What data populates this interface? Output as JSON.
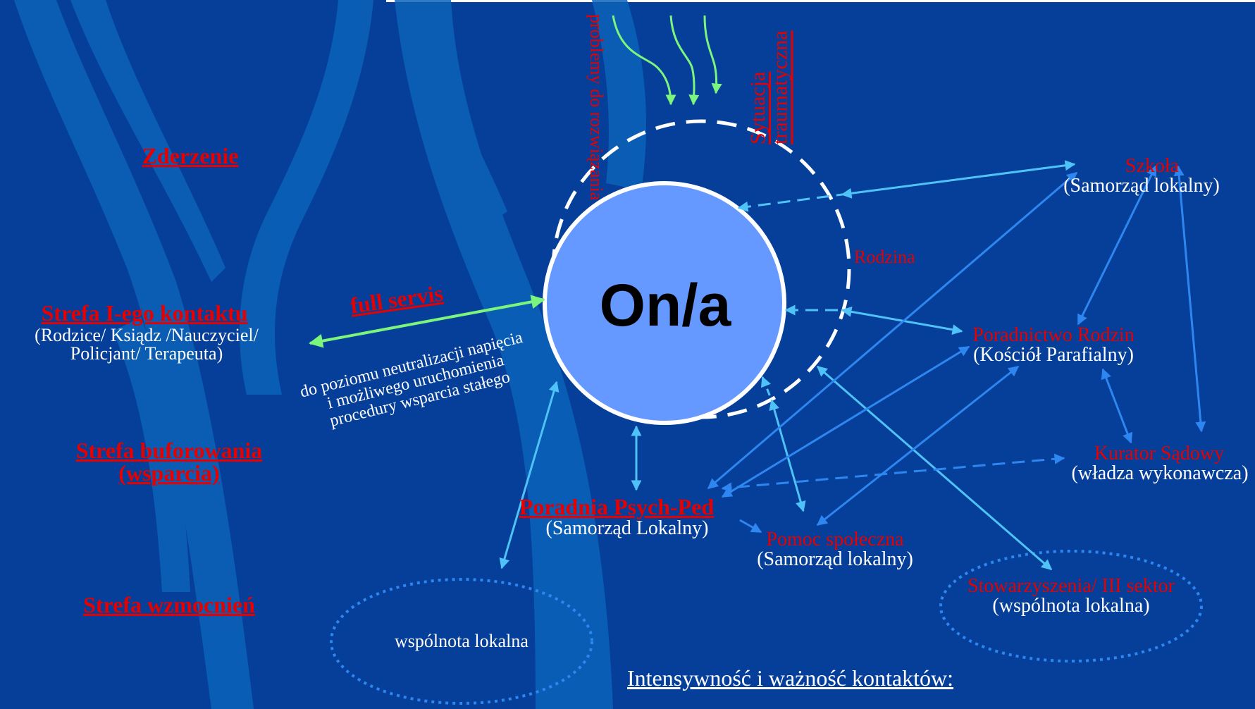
{
  "center": {
    "label": "On/a"
  },
  "top_labels": {
    "problems": "problemy do rozwiązania",
    "traumatic": "Sytuacja traumatyczna"
  },
  "family_label": "Rodzina",
  "zones": {
    "collision": "Zderzenie",
    "first_contact": "Strefa I-ego kontaktu",
    "first_contact_sub": "(Rodzice/ Ksiądz /Nauczyciel/ Policjant/ Terapeuta)",
    "buffer": "Strefa buforowania (wsparcia)",
    "strengthening": "Strefa wzmocnień"
  },
  "full_servis": {
    "title": "full servis",
    "desc": "do poziomu neutralizacji napięcia i możliwego uruchomienia procedury wsparcia stałego"
  },
  "nodes": {
    "school": {
      "title": "Szkoła",
      "sub": "(Samorząd lokalny)"
    },
    "family_counsel": {
      "title": "Poradnictwo Rodzin",
      "sub": "(Kościół Parafialny)"
    },
    "curator": {
      "title": "Kurator Sądowy",
      "sub": "(władza wykonawcza)"
    },
    "psych": {
      "title": "Poradnia Psych-Ped",
      "sub": "(Samorząd Lokalny)"
    },
    "social": {
      "title": "Pomoc społeczna",
      "sub": "(Samorząd lokalny)"
    },
    "ngo": {
      "title": "Stowarzyszenia/ III sektor",
      "sub": "(wspólnota lokalna)"
    }
  },
  "community": "wspólnota lokalna",
  "intensity": "Intensywność i ważność kontaktów:",
  "colors": {
    "background": "#053f99",
    "center_fill": "#6699ff",
    "accent_red": "#e60000",
    "light_arrow": "#4fc3f7",
    "dark_arrow": "#2e86f0",
    "green_arrow": "#7cf57c"
  }
}
